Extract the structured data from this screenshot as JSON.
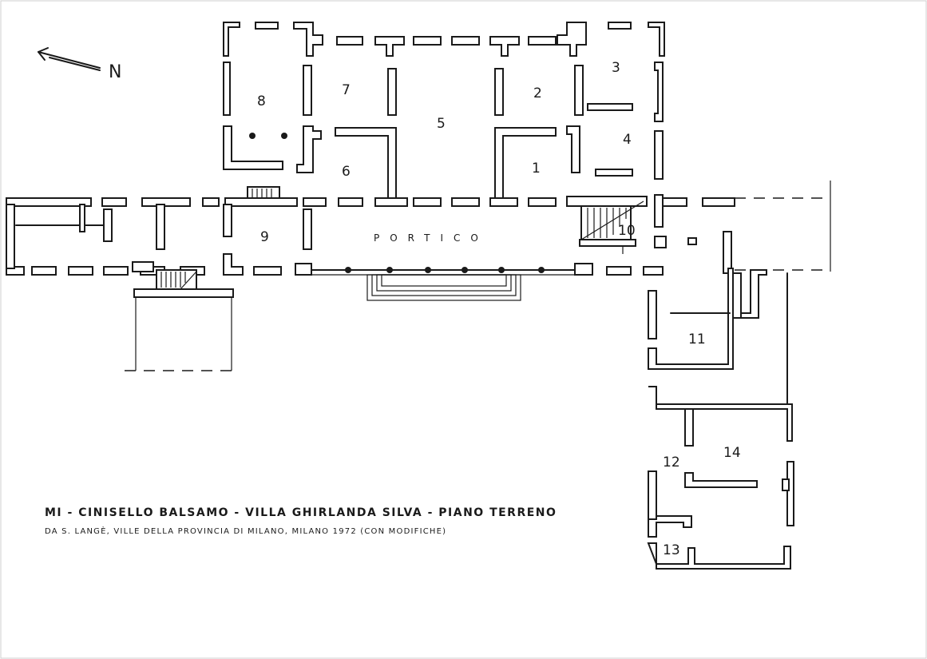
{
  "north_label": "N",
  "rooms": {
    "r1": "1",
    "r2": "2",
    "r3": "3",
    "r4": "4",
    "r5": "5",
    "r6": "6",
    "r7": "7",
    "r8": "8",
    "r9": "9",
    "r10": "10",
    "r11": "11",
    "r12": "12",
    "r13": "13",
    "r14": "14"
  },
  "portico_label": "PORTICO",
  "caption": {
    "title": "MI - CINISELLO BALSAMO - VILLA GHIRLANDA SILVA - PIANO TERRENO",
    "source": "DA S. LANGÈ, VILLE DELLA PROVINCIA DI MILANO, MILANO 1972 (CON MODIFICHE)"
  },
  "colors": {
    "ink": "#1a1a1a",
    "paper": "#ffffff"
  }
}
